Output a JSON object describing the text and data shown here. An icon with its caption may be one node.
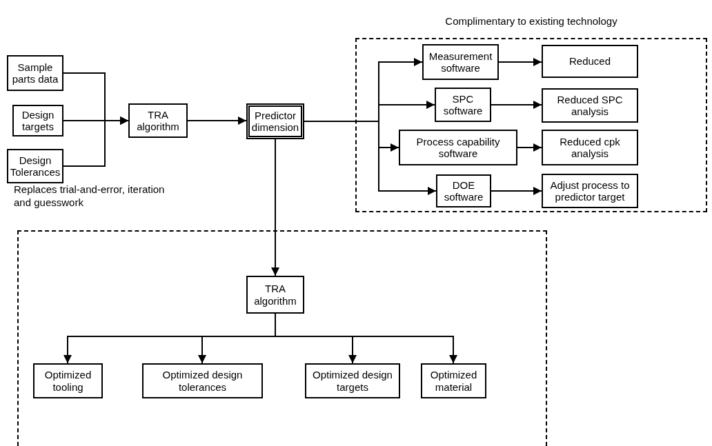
{
  "diagram": {
    "nodes": [
      {
        "text": [
          "Sample parts data"
        ]
      },
      {
        "text": [
          "Design targets"
        ]
      },
      {
        "text": [
          "Design Tolerances"
        ]
      },
      {
        "text": [
          "TRA algorithm"
        ]
      },
      {
        "text": [
          "Predictor dimension"
        ]
      },
      {
        "text": [
          "Complimentary to existing technology"
        ]
      },
      {
        "text": [
          "Measurement software"
        ],
        "in": 5
      },
      {
        "text": [
          "Reduced"
        ],
        "in": 5
      },
      {
        "text": [
          "SPC software"
        ],
        "in": 5
      },
      {
        "text": [
          "Reduced SPC analysis"
        ],
        "in": 5
      },
      {
        "text": [
          "Process capability software"
        ],
        "in": 5
      },
      {
        "text": [
          "Reduced cpk analysis"
        ],
        "in": 5
      },
      {
        "text": [
          "DOE software"
        ],
        "in": 5
      },
      {
        "text": [
          "Adjust process to predictor target"
        ],
        "in": 5
      },
      {
        "text": [
          "Replaces trial-and-error, iteration and guesswork"
        ]
      },
      {
        "text": [
          "TRA algorithm"
        ],
        "in": 14
      },
      {
        "text": [
          "Optimized tooling"
        ],
        "in": 14
      },
      {
        "text": [
          "Optimized design tolerances"
        ],
        "in": 14
      },
      {
        "text": [
          "Optimized design targets"
        ],
        "in": 14
      },
      {
        "text": [
          "Optimized material"
        ],
        "in": 14
      }
    ],
    "edges": [
      {
        "from": 0,
        "to": 3,
        "arrow": "to"
      },
      {
        "from": 1,
        "to": 3,
        "arrow": "to"
      },
      {
        "from": 2,
        "to": 3,
        "arrow": "to"
      },
      {
        "from": 3,
        "to": 4,
        "arrow": "to"
      },
      {
        "from": 4,
        "to": 6,
        "arrow": "to"
      },
      {
        "from": 4,
        "to": 8,
        "arrow": "to"
      },
      {
        "from": 4,
        "to": 10,
        "arrow": "to"
      },
      {
        "from": 4,
        "to": 12,
        "arrow": "to"
      },
      {
        "from": 6,
        "to": 7,
        "arrow": "to"
      },
      {
        "from": 8,
        "to": 9,
        "arrow": "to"
      },
      {
        "from": 10,
        "to": 11,
        "arrow": "to"
      },
      {
        "from": 12,
        "to": 13,
        "arrow": "to"
      },
      {
        "from": 4,
        "to": 15,
        "arrow": "to"
      },
      {
        "from": 15,
        "to": 16,
        "arrow": "to"
      },
      {
        "from": 15,
        "to": 17,
        "arrow": "to"
      },
      {
        "from": 15,
        "to": 18,
        "arrow": "to"
      },
      {
        "from": 15,
        "to": 19,
        "arrow": "to"
      }
    ]
  }
}
